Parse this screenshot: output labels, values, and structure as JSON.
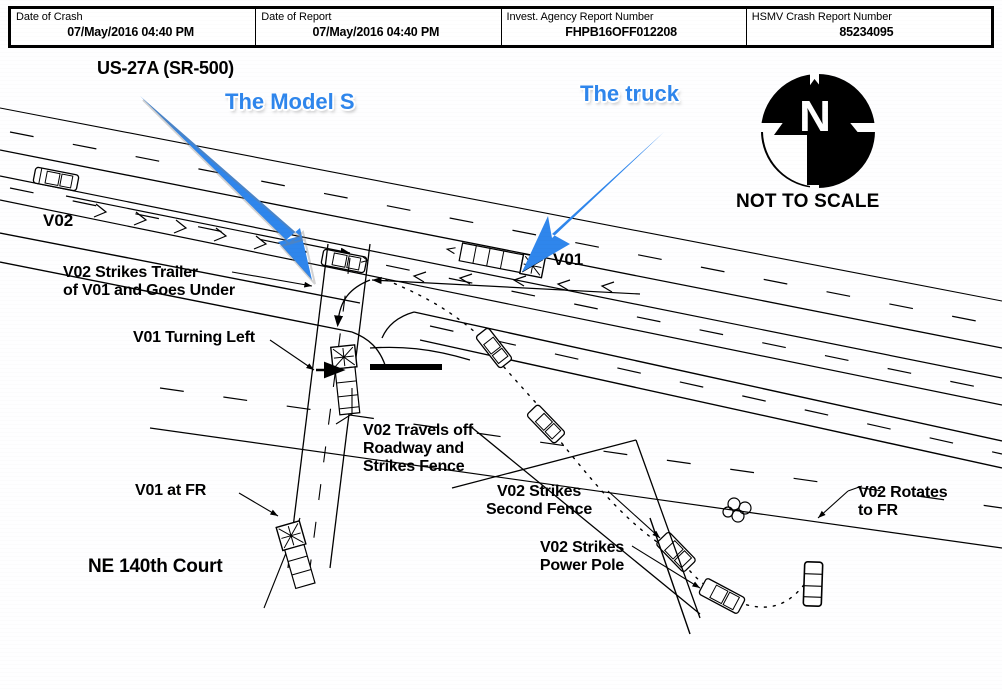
{
  "header": {
    "cells": [
      {
        "label": "Date of Crash",
        "value": "07/May/2016 04:40 PM"
      },
      {
        "label": "Date of Report",
        "value": "07/May/2016 04:40 PM"
      },
      {
        "label": "Invest. Agency Report Number",
        "value": "FHPB16OFF012208"
      },
      {
        "label": "HSMV Crash Report Number",
        "value": "85234095"
      }
    ]
  },
  "diagram": {
    "roads": {
      "highway": "US-27A (SR-500)",
      "side_street": "NE 140th Court"
    },
    "vehicles": {
      "v02_label": "V02",
      "v01_label": "V01",
      "v01_at_fr": "V01 at FR"
    },
    "events": {
      "strike_trailer": "V02 Strikes Trailer\nof V01 and Goes Under",
      "turning_left": "V01 Turning Left",
      "off_roadway": "V02 Travels off\nRoadway and\nStrikes Fence",
      "second_fence": "V02 Strikes\nSecond Fence",
      "power_pole": "V02 Strikes\nPower Pole",
      "rotates_fr": "V02 Rotates\nto FR"
    },
    "compass": {
      "letter": "N",
      "caption": "NOT TO SCALE"
    },
    "annotations": [
      {
        "id": "model-s",
        "text": "The Model S",
        "color": "#2f86ec"
      },
      {
        "id": "truck",
        "text": "The truck",
        "color": "#2f86ec"
      }
    ]
  },
  "colors": {
    "annotation_blue": "#2f86ec",
    "ink": "#000000",
    "paper": "#ffffff"
  }
}
